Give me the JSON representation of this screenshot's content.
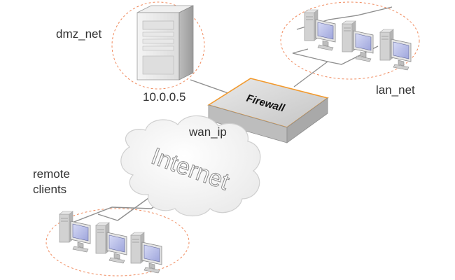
{
  "diagram": {
    "labels": {
      "dmz_net": "dmz_net",
      "dmz_ip": "10.0.0.5",
      "lan_net": "lan_net",
      "wan_ip": "wan_ip",
      "remote_clients": "remote\nclients"
    },
    "firewall_label": "Firewall",
    "cloud_label": "Internet",
    "colors": {
      "zone_outline": "#f08a5d",
      "firewall_outline": "#f29a2e",
      "link": "#8f8f8f",
      "screen": "#b8bde8",
      "label_text": "#333333"
    },
    "icons": {
      "server": "server-tower-icon",
      "firewall": "firewall-appliance-icon",
      "cloud": "internet-cloud-icon",
      "workstation": "desktop-computer-icon"
    }
  }
}
